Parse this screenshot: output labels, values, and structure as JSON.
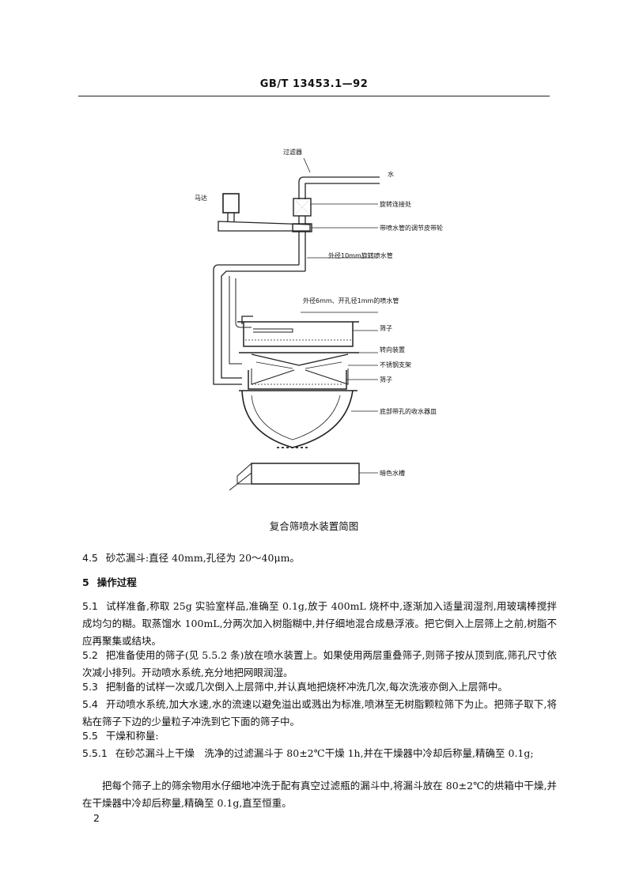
{
  "header": {
    "standard_code": "GB/T 13453.1—92"
  },
  "figure": {
    "labels": {
      "filter": "过滤器",
      "water": "水",
      "motor": "马达",
      "rotary_joint": "旋转连接处",
      "pulley": "带喷水管的调节皮带轮",
      "spray_tube_10": "外径10mm旋转喷水管",
      "spray_tube_6": "外径6mm、开孔径1mm的喷水管",
      "sieve_top": "筛子",
      "turning_device": "转向装置",
      "ss_support": "不锈钢支架",
      "sieve_bottom": "筛子",
      "collector": "底部带孔的收水器皿",
      "dark_sink": "暗色水槽"
    },
    "caption": "复合筛喷水装置简图"
  },
  "body": {
    "p45": {
      "num": "4.5",
      "text": "砂芯漏斗:直径 40mm,孔径为 20～40μm。"
    },
    "sec5": {
      "num": "5",
      "title": "操作过程"
    },
    "p51": {
      "num": "5.1",
      "text": "试样准备,称取 25g 实验室样品,准确至 0.1g,放于 400mL 烧杯中,逐渐加入适量润湿剂,用玻璃棒搅拌成均匀的糊。取蒸馏水 100mL,分两次加入树脂糊中,并仔细地混合成悬浮液。把它倒入上层筛上之前,树脂不应再聚集或结块。"
    },
    "p52": {
      "num": "5.2",
      "text": "把准备使用的筛子(见 5.5.2 条)放在喷水装置上。如果使用两层重叠筛子,则筛子按从顶到底,筛孔尺寸依次减小排列。开动喷水系统,充分地把网眼润湿。"
    },
    "p53": {
      "num": "5.3",
      "text": "把制备的试样一次或几次倒入上层筛中,并认真地把烧杯冲洗几次,每次洗液亦倒入上层筛中。"
    },
    "p54": {
      "num": "5.4",
      "text": "开动喷水系统,加大水速,水的流速以避免溢出或溅出为标准,喷淋至无树脂颗粒筛下为止。把筛子取下,将粘在筛子下边的少量粒子冲洗到它下面的筛子中。"
    },
    "p55": {
      "num": "5.5",
      "text": "干燥和称量:"
    },
    "p551": {
      "num": "5.5.1",
      "text": "在砂芯漏斗上干燥　洗净的过滤漏斗于 80±2℃干燥 1h,并在干燥器中冷却后称量,精确至 0.1g;"
    },
    "p551b": {
      "text": "把每个筛子上的筛余物用水仔细地冲洗于配有真空过滤瓶的漏斗中,将漏斗放在 80±2℃的烘箱中干燥,并在干燥器中冷却后称量,精确至 0.1g,直至恒重。"
    }
  },
  "page_number": "2"
}
